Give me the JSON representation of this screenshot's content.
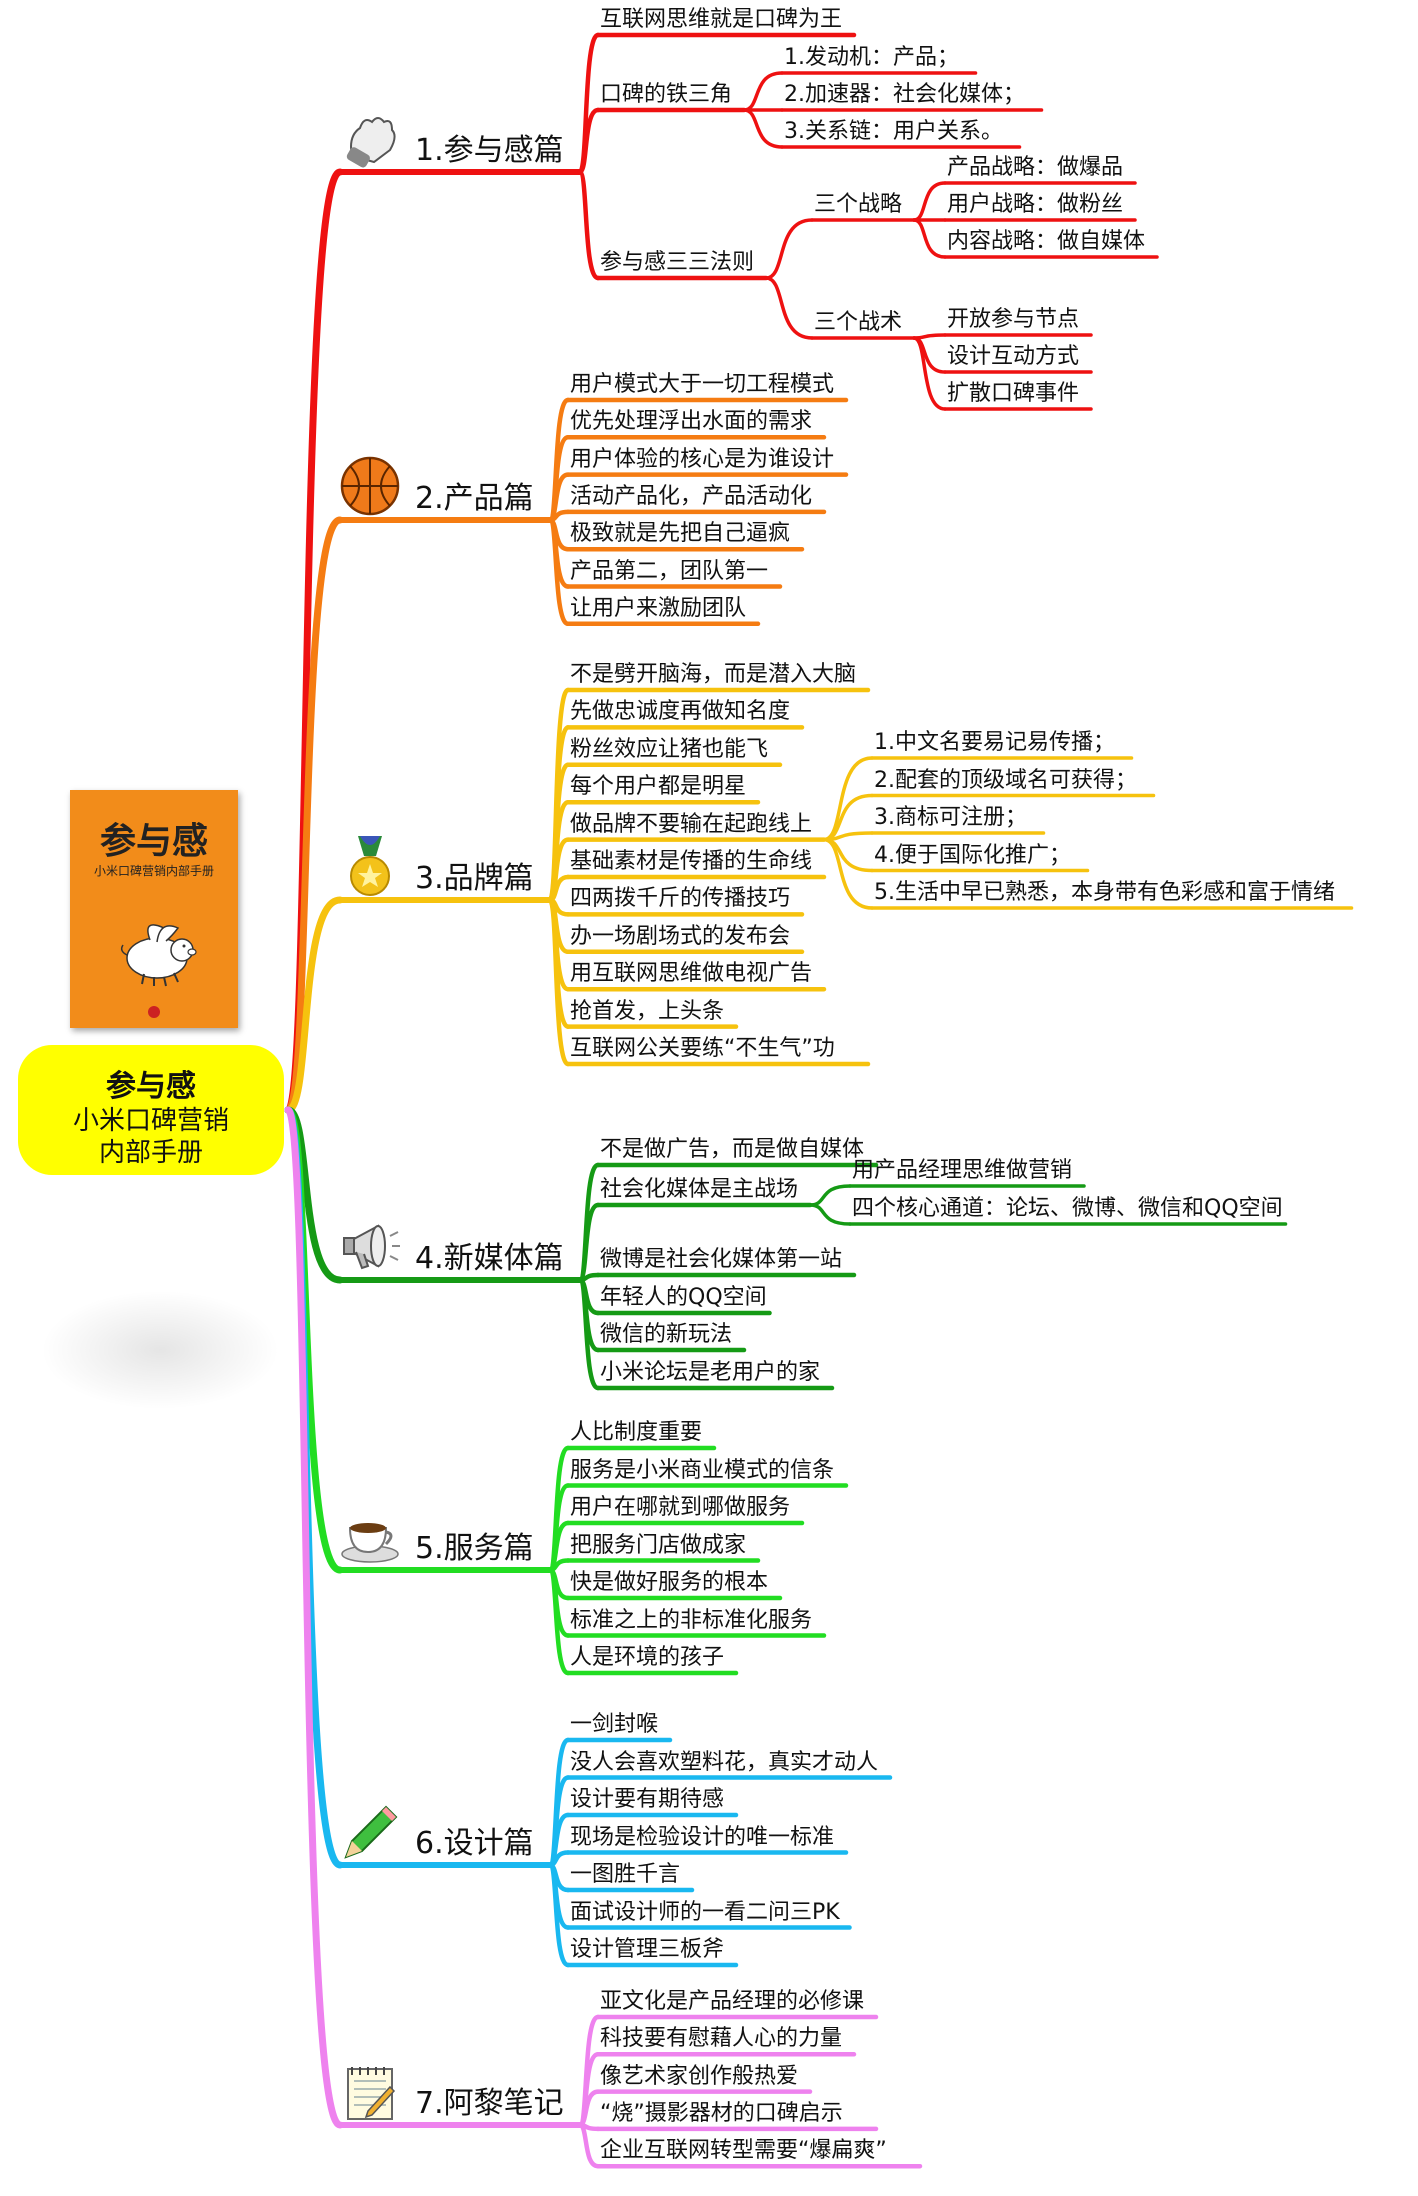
{
  "center": {
    "title": "参与感",
    "subtitle_lines": [
      "小米口碑营销",
      "内部手册"
    ]
  },
  "book": {
    "title": "参与感",
    "subtitle": "小米口碑营销内部手册"
  },
  "sections": [
    {
      "id": "s1",
      "label": "1.参与感篇",
      "color": "#ee1111",
      "icon": "glove-icon",
      "children": [
        {
          "label": "互联网思维就是口碑为王"
        },
        {
          "label": "口碑的铁三角",
          "children": [
            {
              "label": "1.发动机：产品；"
            },
            {
              "label": "2.加速器：社会化媒体；"
            },
            {
              "label": "3.关系链：用户关系。"
            }
          ]
        },
        {
          "label": "参与感三三法则",
          "children": [
            {
              "label": "三个战略",
              "children": [
                {
                  "label": "产品战略：做爆品"
                },
                {
                  "label": "用户战略：做粉丝"
                },
                {
                  "label": "内容战略：做自媒体"
                }
              ]
            },
            {
              "label": "三个战术",
              "children": [
                {
                  "label": "开放参与节点"
                },
                {
                  "label": "设计互动方式"
                },
                {
                  "label": "扩散口碑事件"
                }
              ]
            }
          ]
        }
      ]
    },
    {
      "id": "s2",
      "label": "2.产品篇",
      "color": "#f57c12",
      "icon": "basketball-icon",
      "children": [
        {
          "label": "用户模式大于一切工程模式"
        },
        {
          "label": "优先处理浮出水面的需求"
        },
        {
          "label": "用户体验的核心是为谁设计"
        },
        {
          "label": "活动产品化，产品活动化"
        },
        {
          "label": "极致就是先把自己逼疯"
        },
        {
          "label": "产品第二，团队第一"
        },
        {
          "label": "让用户来激励团队"
        }
      ]
    },
    {
      "id": "s3",
      "label": "3.品牌篇",
      "color": "#f6c20e",
      "icon": "medal-icon",
      "children": [
        {
          "label": "不是劈开脑海，而是潜入大脑"
        },
        {
          "label": "先做忠诚度再做知名度"
        },
        {
          "label": "粉丝效应让猪也能飞"
        },
        {
          "label": "每个用户都是明星"
        },
        {
          "label": "做品牌不要输在起跑线上",
          "children": [
            {
              "label": "1.中文名要易记易传播；"
            },
            {
              "label": "2.配套的顶级域名可获得；"
            },
            {
              "label": "3.商标可注册；"
            },
            {
              "label": "4.便于国际化推广；"
            },
            {
              "label": "5.生活中早已熟悉，本身带有色彩感和富于情绪"
            }
          ]
        },
        {
          "label": "基础素材是传播的生命线"
        },
        {
          "label": "四两拨千斤的传播技巧"
        },
        {
          "label": "办一场剧场式的发布会"
        },
        {
          "label": "用互联网思维做电视广告"
        },
        {
          "label": "抢首发，上头条"
        },
        {
          "label": "互联网公关要练“不生气”功"
        }
      ]
    },
    {
      "id": "s4",
      "label": "4.新媒体篇",
      "color": "#159a15",
      "icon": "megaphone-icon",
      "children": [
        {
          "label": "不是做广告，而是做自媒体"
        },
        {
          "label": "社会化媒体是主战场",
          "children": [
            {
              "label": "用产品经理思维做营销"
            },
            {
              "label": "四个核心通道：论坛、微博、微信和QQ空间"
            }
          ]
        },
        {
          "label": "微博是社会化媒体第一站"
        },
        {
          "label": "年轻人的QQ空间"
        },
        {
          "label": "微信的新玩法"
        },
        {
          "label": "小米论坛是老用户的家"
        }
      ]
    },
    {
      "id": "s5",
      "label": "5.服务篇",
      "color": "#22dd22",
      "icon": "coffee-cup-icon",
      "children": [
        {
          "label": "人比制度重要"
        },
        {
          "label": "服务是小米商业模式的信条"
        },
        {
          "label": "用户在哪就到哪做服务"
        },
        {
          "label": "把服务门店做成家"
        },
        {
          "label": "快是做好服务的根本"
        },
        {
          "label": "标准之上的非标准化服务"
        },
        {
          "label": "人是环境的孩子"
        }
      ]
    },
    {
      "id": "s6",
      "label": "6.设计篇",
      "color": "#19b8f0",
      "icon": "pencil-icon",
      "children": [
        {
          "label": "一剑封喉"
        },
        {
          "label": "没人会喜欢塑料花，真实才动人"
        },
        {
          "label": "设计要有期待感"
        },
        {
          "label": "现场是检验设计的唯一标准"
        },
        {
          "label": "一图胜千言"
        },
        {
          "label": "面试设计师的一看二问三PK"
        },
        {
          "label": "设计管理三板斧"
        }
      ]
    },
    {
      "id": "s7",
      "label": "7.阿黎笔记",
      "color": "#ee82ee",
      "icon": "notepad-icon",
      "children": [
        {
          "label": "亚文化是产品经理的必修课"
        },
        {
          "label": "科技要有慰藉人心的力量"
        },
        {
          "label": "像艺术家创作般热爱"
        },
        {
          "label": "“烧”摄影器材的口碑启示"
        },
        {
          "label": "企业互联网转型需要“爆扁爽”"
        }
      ]
    }
  ]
}
